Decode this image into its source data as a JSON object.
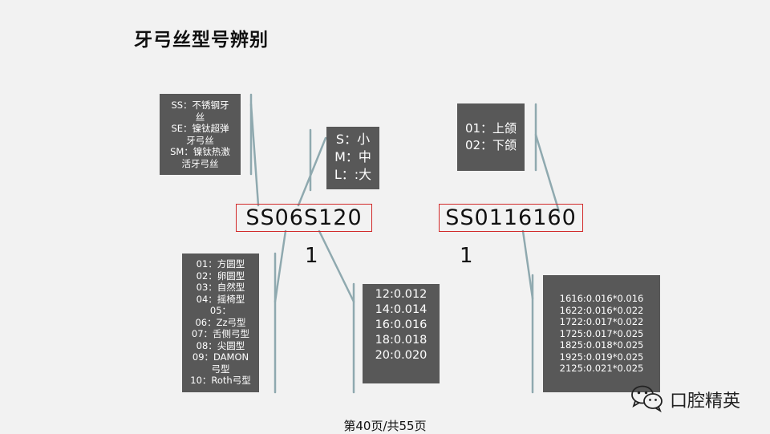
{
  "slide": {
    "title": "牙弓丝型号辨别",
    "page_number": "第40页/共55页"
  },
  "brand": {
    "icon": "wechat-icon",
    "name": "口腔精英"
  },
  "codes": {
    "first": "SS06S120",
    "first_tail": "1",
    "second": "SS0116160",
    "second_tail": "1"
  },
  "boxes": {
    "material": {
      "lines": [
        "SS：不锈钢牙",
        "丝",
        "SE：镍钛超弹",
        "牙弓丝",
        "SM：镍钛热激",
        "活牙弓丝"
      ]
    },
    "size": {
      "lines": [
        "S：小",
        "M：中",
        "L：:大"
      ]
    },
    "jaw": {
      "lines": [
        "01：上颌",
        "02：下颌"
      ]
    },
    "shape": {
      "lines": [
        "01：方圆型",
        "02：卵圆型",
        "03：自然型",
        "04：摇椅型",
        "05：",
        "06：Zz弓型",
        "07：舌侧弓型",
        "08：尖圆型",
        "09：DAMON",
        "弓型",
        "10：Roth弓型"
      ]
    },
    "dimension": {
      "lines": [
        "12:0.012",
        "14:0.014",
        "16:0.016",
        "18:0.018",
        "20:0.020"
      ]
    },
    "section": {
      "lines": [
        "1616:0.016*0.016",
        "1622:0.016*0.022",
        "1722:0.017*0.022",
        "1725:0.017*0.025",
        "1825:0.018*0.025",
        "1925:0.019*0.025",
        "2125:0.021*0.025"
      ]
    }
  },
  "colors": {
    "box_fill": "#585858",
    "code_border": "#d22a2a",
    "connector": "#8fa9af",
    "background": "#f2f2f2"
  }
}
